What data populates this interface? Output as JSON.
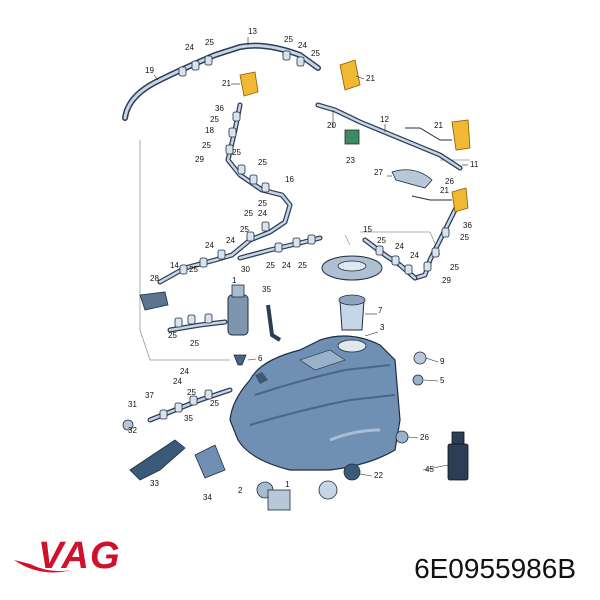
{
  "brand": {
    "name": "VAG",
    "color": "#d0112b"
  },
  "part_number": "6E0955986B",
  "callouts": [
    "13",
    "24",
    "25",
    "25",
    "24",
    "25",
    "19",
    "21",
    "21",
    "21",
    "21",
    "36",
    "25",
    "18",
    "25",
    "20",
    "12",
    "23",
    "11",
    "29",
    "25",
    "25",
    "16",
    "27",
    "26",
    "25",
    "36",
    "25",
    "25",
    "24",
    "15",
    "25",
    "24",
    "24",
    "25",
    "24",
    "14",
    "25",
    "25",
    "24",
    "25",
    "30",
    "25",
    "24",
    "28",
    "7",
    "35",
    "29",
    "1",
    "25",
    "25",
    "3",
    "6",
    "37",
    "24",
    "25",
    "31",
    "35",
    "24",
    "25",
    "9",
    "5",
    "32",
    "26",
    "33",
    "34",
    "22",
    "2",
    "1",
    "45"
  ],
  "colors": {
    "tank": "#6f8fb3",
    "tube": "#2c3e55",
    "highlight": "#f0b833"
  }
}
